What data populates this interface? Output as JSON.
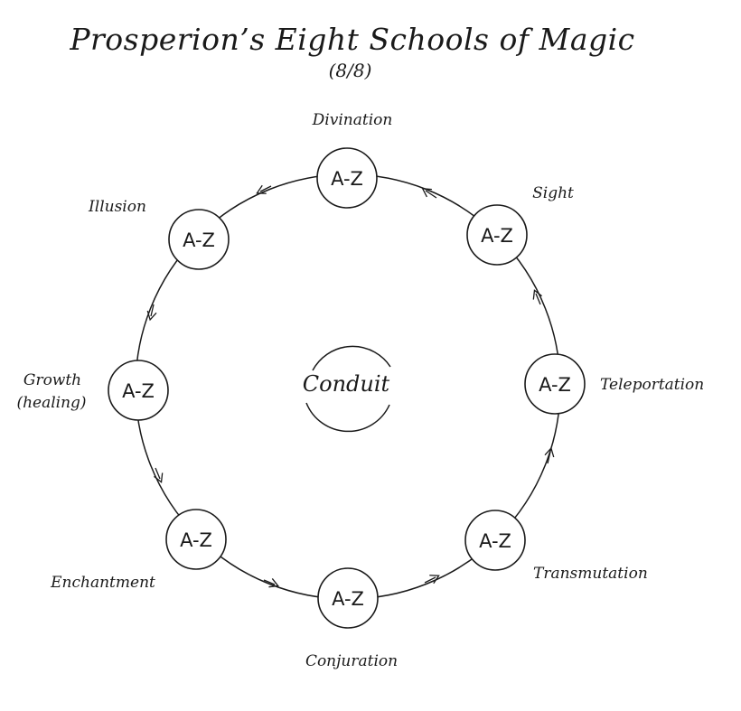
{
  "title": "Prosperion’s Eight Schools of Magic",
  "subtitle": "(8/8)",
  "center_label": "Conduit",
  "node_label": "A-Z",
  "schools": [
    {
      "name": "Divination"
    },
    {
      "name": "Sight"
    },
    {
      "name": "Teleportation"
    },
    {
      "name": "Transmutation"
    },
    {
      "name": "Conjuration"
    },
    {
      "name": "Enchantment"
    },
    {
      "name": "Growth",
      "line2": "(healing)"
    },
    {
      "name": "Illusion"
    }
  ]
}
